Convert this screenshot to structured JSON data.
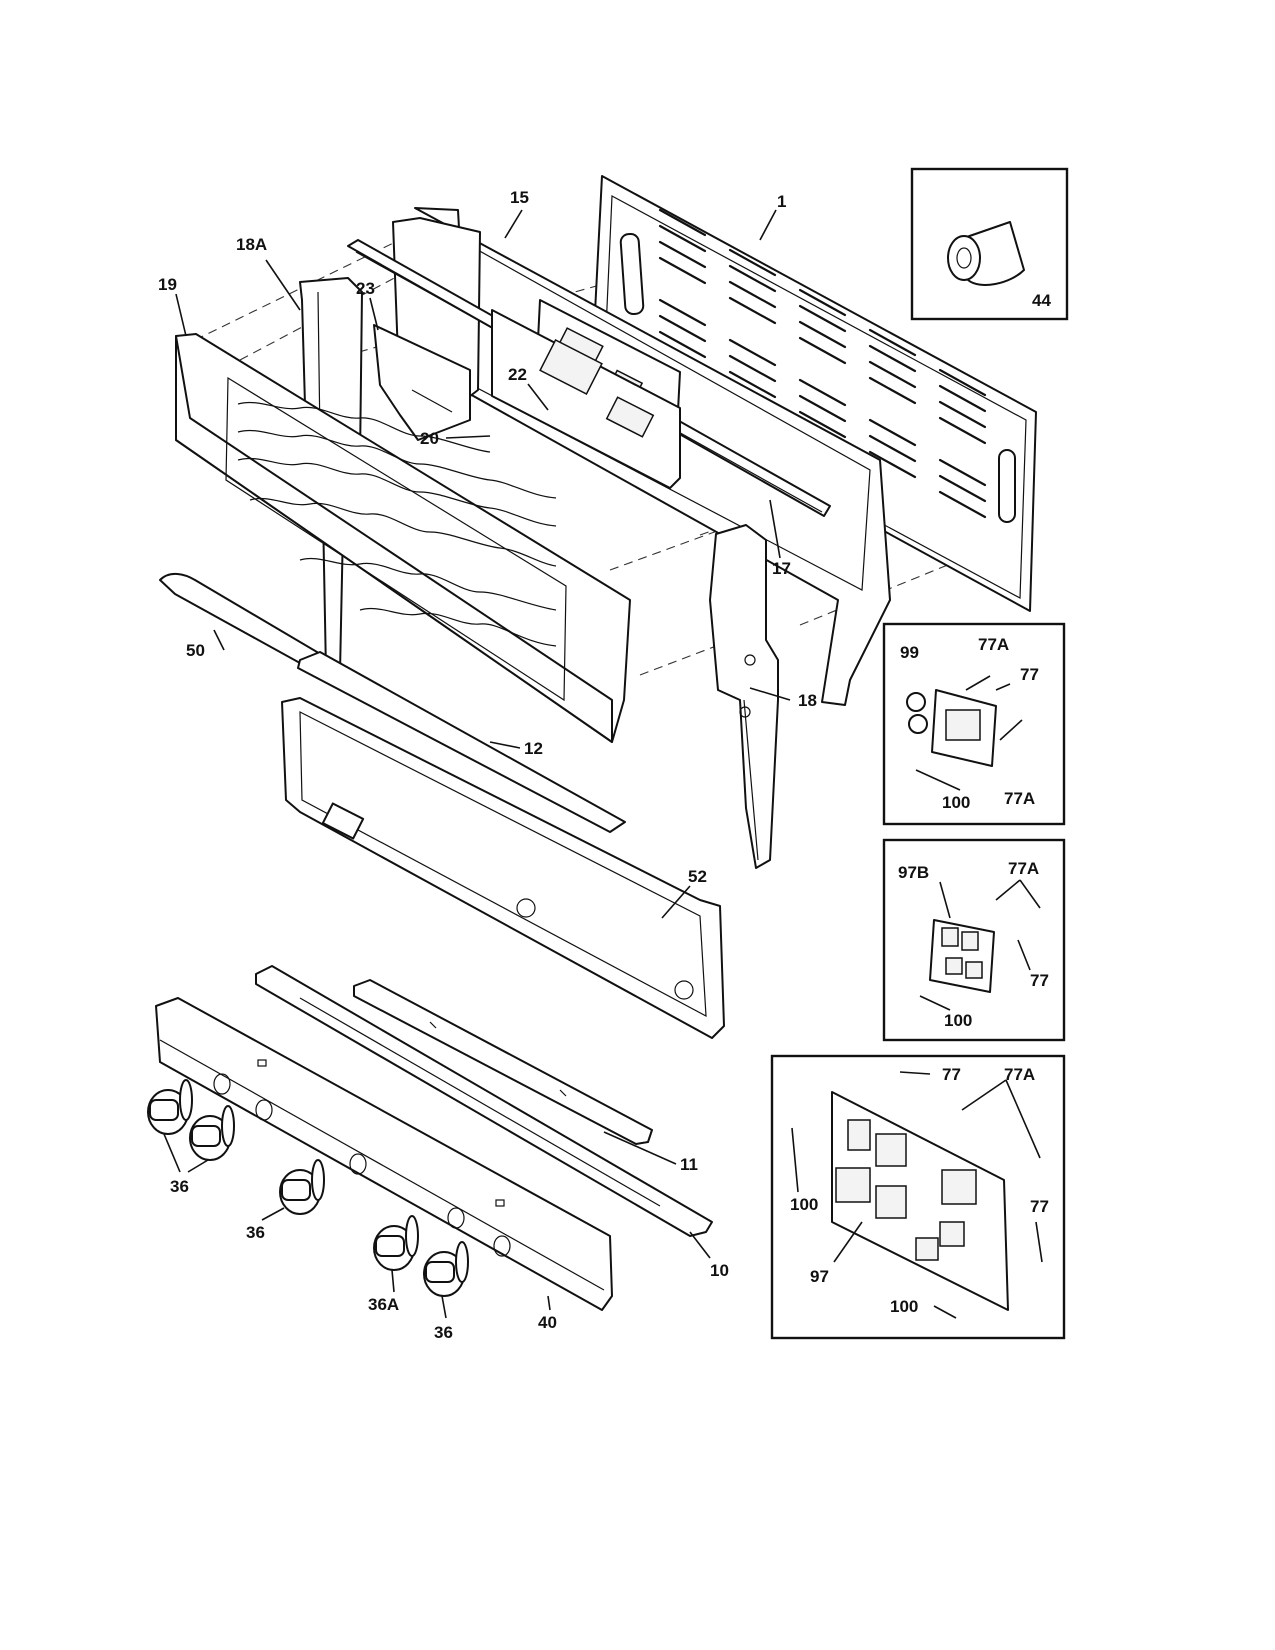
{
  "callouts": {
    "c1": "1",
    "c10": "10",
    "c11": "11",
    "c12": "12",
    "c15": "15",
    "c17": "17",
    "c18": "18",
    "c18A": "18A",
    "c19": "19",
    "c20": "20",
    "c22": "22",
    "c23": "23",
    "c36a": "36",
    "c36b": "36",
    "c36c": "36",
    "c36A": "36A",
    "c40": "40",
    "c44": "44",
    "c50": "50",
    "c52": "52",
    "i1_99": "99",
    "i1_77A_top": "77A",
    "i1_77": "77",
    "i1_100": "100",
    "i1_77A_bot": "77A",
    "i2_97B": "97B",
    "i2_77A": "77A",
    "i2_77": "77",
    "i2_100": "100",
    "i3_77_top": "77",
    "i3_77A": "77A",
    "i3_100_left": "100",
    "i3_77_right": "77",
    "i3_97": "97",
    "i3_100_bot": "100"
  }
}
